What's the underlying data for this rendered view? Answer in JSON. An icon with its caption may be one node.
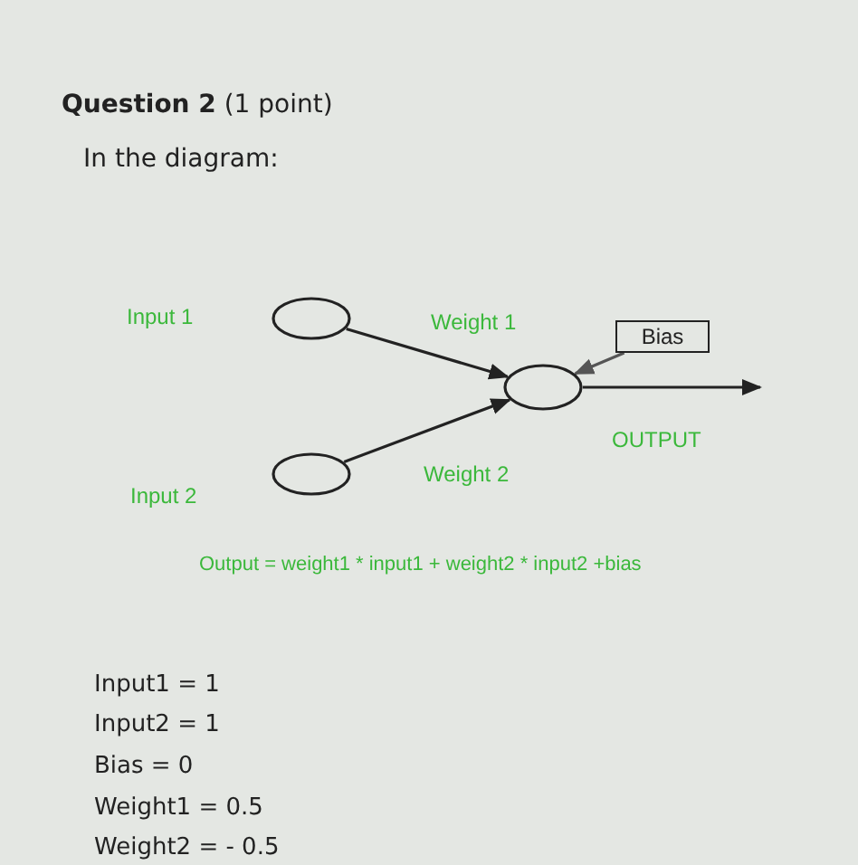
{
  "diagram": {
    "title": "**Question 2** (1 point)",
    "nodes": [
      {
        "text": [],
        "shape": "ellipse",
        "beside": [
          "Input 1"
        ]
      },
      {
        "text": [],
        "shape": "ellipse",
        "beside": [
          "Input 2"
        ]
      },
      {
        "text": [],
        "shape": "ellipse"
      },
      {
        "text": [
          "Bias"
        ]
      }
    ],
    "edges": [
      {
        "from": 0,
        "to": 2,
        "arrow": "to",
        "label": "Weight 1"
      },
      {
        "from": 1,
        "to": 2,
        "arrow": "to",
        "label": "Weight 2"
      },
      {
        "from": 3,
        "to": 2,
        "arrow": "to",
        "color": "#555555"
      },
      {
        "from": 2,
        "to": null,
        "arrow": "to",
        "label": "OUTPUT"
      }
    ],
    "labels": [
      "In the diagram:",
      "Output = weight1 * input1 + weight2 * input2 +bias",
      "Input1 = 1",
      "Input2 = 1",
      "Bias = 0",
      "Weight1 = 0.5",
      "Weight2 = - 0.5"
    ]
  }
}
